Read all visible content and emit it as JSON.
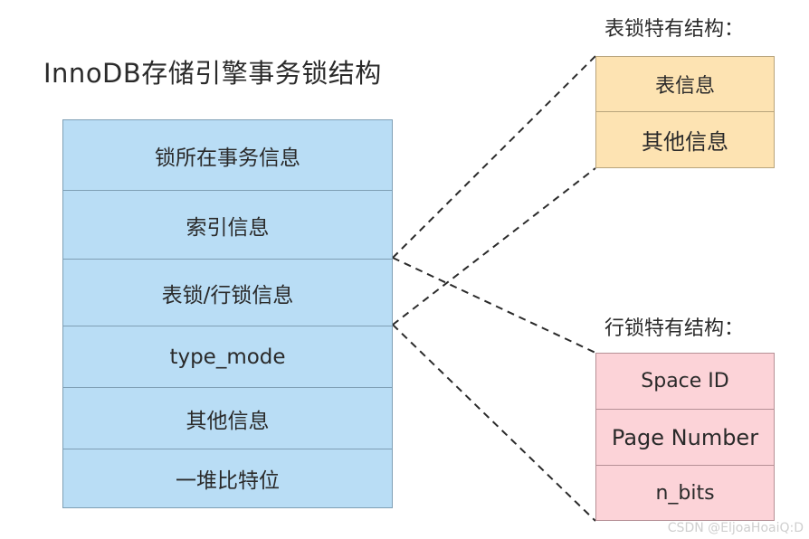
{
  "title": "InnoDB存储引擎事务锁结构",
  "main_struct": {
    "fields": [
      "锁所在事务信息",
      "索引信息",
      "表锁/行锁信息",
      "type_mode",
      "其他信息",
      "一堆比特位"
    ]
  },
  "table_lock": {
    "title": "表锁特有结构：",
    "fields": [
      "表信息",
      "其他信息"
    ]
  },
  "row_lock": {
    "title": "行锁特有结构：",
    "fields": [
      "Space ID",
      "Page Number",
      "n_bits"
    ]
  },
  "watermark": "CSDN @EljoaHoaiQ:D",
  "colors": {
    "main_fill": "#b9ddf5",
    "table_lock_fill": "#fde3b2",
    "row_lock_fill": "#fcd3d8",
    "connector": "#2a2a2a"
  }
}
